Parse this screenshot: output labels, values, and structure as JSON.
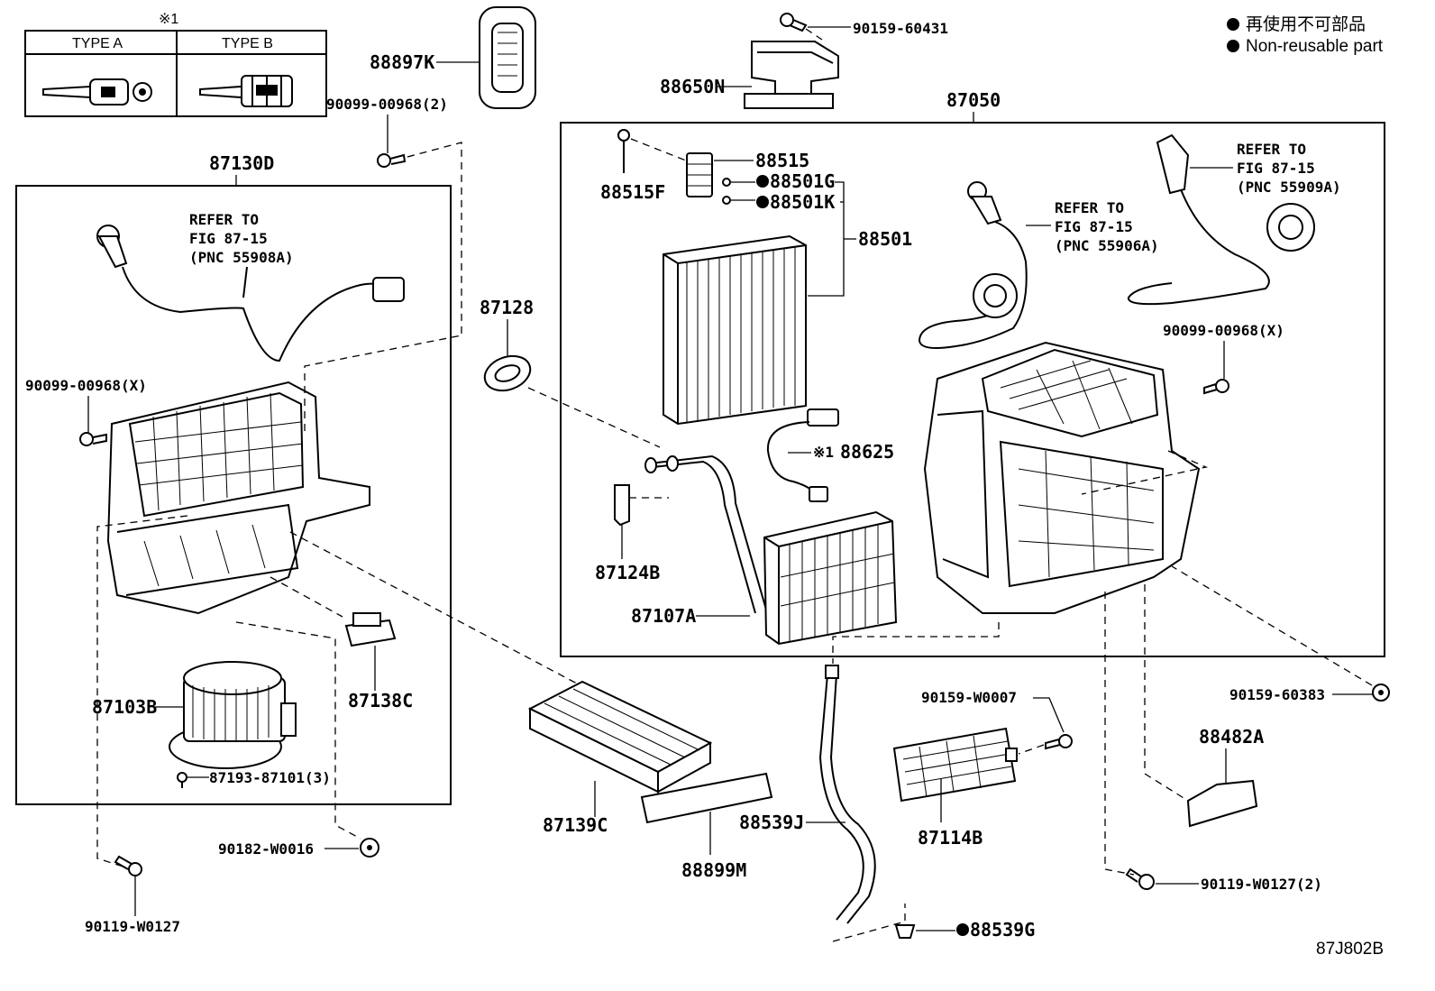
{
  "diagram_code": "87J802B",
  "legend": {
    "line1": "再使用不可部品",
    "line2": "Non-reusable part"
  },
  "type_table": {
    "header_mark": "※1",
    "type_a": "TYPE A",
    "type_b": "TYPE B"
  },
  "labels": {
    "p88897K": "88897K",
    "p90099_00968_2": "90099-00968(2)",
    "p90159_60431": "90159-60431",
    "p88650N": "88650N",
    "p87050": "87050",
    "p87130D": "87130D",
    "p88515": "88515",
    "p88515F": "88515F",
    "p88501G": "88501G",
    "p88501K": "88501K",
    "p88501": "88501",
    "p88625": "88625",
    "p88625_mark": "※1",
    "p87128": "87128",
    "p87124B": "87124B",
    "p87107A": "87107A",
    "p90099_00968_X_left": "90099-00968(X)",
    "p90099_00968_X_right": "90099-00968(X)",
    "p87103B": "87103B",
    "p87138C": "87138C",
    "p87193_87101_3": "87193-87101(3)",
    "p90182_W0016": "90182-W0016",
    "p90119_W0127": "90119-W0127",
    "p87139C": "87139C",
    "p88899M": "88899M",
    "p88539J": "88539J",
    "p90159_W0007": "90159-W0007",
    "p87114B": "87114B",
    "p90159_60383": "90159-60383",
    "p88482A": "88482A",
    "p90119_W0127_2": "90119-W0127(2)",
    "p88539G": "88539G"
  },
  "refer_notes": {
    "left": {
      "line1": "REFER TO",
      "line2": "FIG 87-15",
      "line3": "(PNC 55908A)"
    },
    "middle": {
      "line1": "REFER TO",
      "line2": "FIG 87-15",
      "line3": "(PNC 55906A)"
    },
    "right": {
      "line1": "REFER TO",
      "line2": "FIG 87-15",
      "line3": "(PNC 55909A)"
    }
  }
}
